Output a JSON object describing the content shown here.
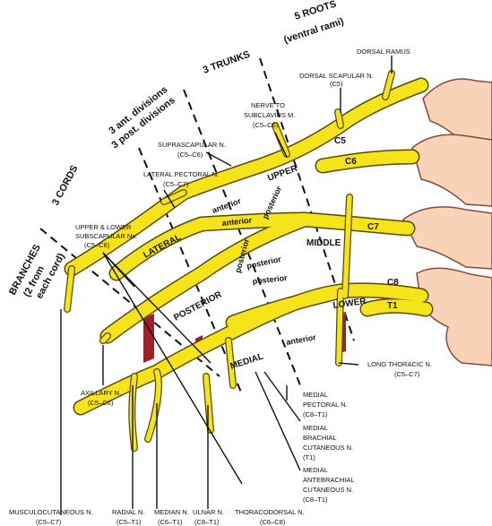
{
  "headers": {
    "roots": "5 ROOTS",
    "roots_sub": "(ventral rami)",
    "trunks": "3 TRUNKS",
    "divisions_ant": "3 ant. divisions",
    "divisions_post": "3 post. divisions",
    "cords": "3 CORDS",
    "branches": "BRANCHES",
    "branches_sub1": "(2 from",
    "branches_sub2": "each cord)"
  },
  "roots": [
    "C5",
    "C6",
    "C7",
    "C8",
    "T1"
  ],
  "trunks": [
    "UPPER",
    "MIDDLE",
    "LOWER"
  ],
  "cords": [
    "LATERAL",
    "POSTERIOR",
    "MEDIAL"
  ],
  "divisions": {
    "anterior_upper": "anterior",
    "anterior_middle": "anterior",
    "anterior_lower": "anterior",
    "posterior_upper": "posterior",
    "posterior_middle": "posterior",
    "posterior_lower": "posterior"
  },
  "labels": {
    "dorsal_ramus": "DORSAL RAMUS",
    "dorsal_scapular": "DORSAL SCAPULAR N.",
    "dorsal_scapular_roots": "(C5)",
    "subclavius_1": "NERVE TO",
    "subclavius_2": "SUBCLAVIUS M.",
    "subclavius_roots": "(C5–C6)",
    "suprascapular": "SUPRASCAPULAR N.",
    "suprascapular_roots": "(C5–C6)",
    "lateral_pectoral": "LATERAL PECTORAL N.",
    "lateral_pectoral_roots": "(C5–C7)",
    "subscapular_1": "UPPER & LOWER",
    "subscapular_2": "SUBSCAPULAR Ns.",
    "subscapular_roots": "(C5–C6)",
    "long_thoracic": "LONG THORACIC N.",
    "long_thoracic_roots": "(C5–C7)",
    "medial_pectoral_1": "MEDIAL",
    "medial_pectoral_2": "PECTORAL N.",
    "medial_pectoral_roots": "(C8–T1)",
    "medial_brachial_1": "MEDIAL",
    "medial_brachial_2": "BRACHIAL",
    "medial_brachial_3": "CUTANEOUS N.",
    "medial_brachial_roots": "(T1)",
    "medial_antebrachial_1": "MEDIAL",
    "medial_antebrachial_2": "ANTEBRACHIAL",
    "medial_antebrachial_3": "CUTANEOUS N.",
    "medial_antebrachial_roots": "(C8–T1)",
    "axillary": "AXILLARY N.",
    "axillary_roots": "(C5–C6)",
    "musculocutaneous": "MUSCULOCUTANEOUS N.",
    "musculocutaneous_roots": "(C5–C7)",
    "radial": "RADIAL N.",
    "radial_roots": "(C5–T1)",
    "median": "MEDIAN N.",
    "median_roots": "(C6–T1)",
    "ulnar": "ULNAR N.",
    "ulnar_roots": "(C8–T1)",
    "thoracodorsal": "THORACODORSAL N.",
    "thoracodorsal_roots": "(C6–C8)"
  },
  "colors": {
    "nerve": "#f5e41a",
    "nerve_edge": "#5a4a00",
    "vertebra": "#f7d3b8",
    "vertebra_edge": "#8a4a3a",
    "artery": "#a0202a"
  }
}
